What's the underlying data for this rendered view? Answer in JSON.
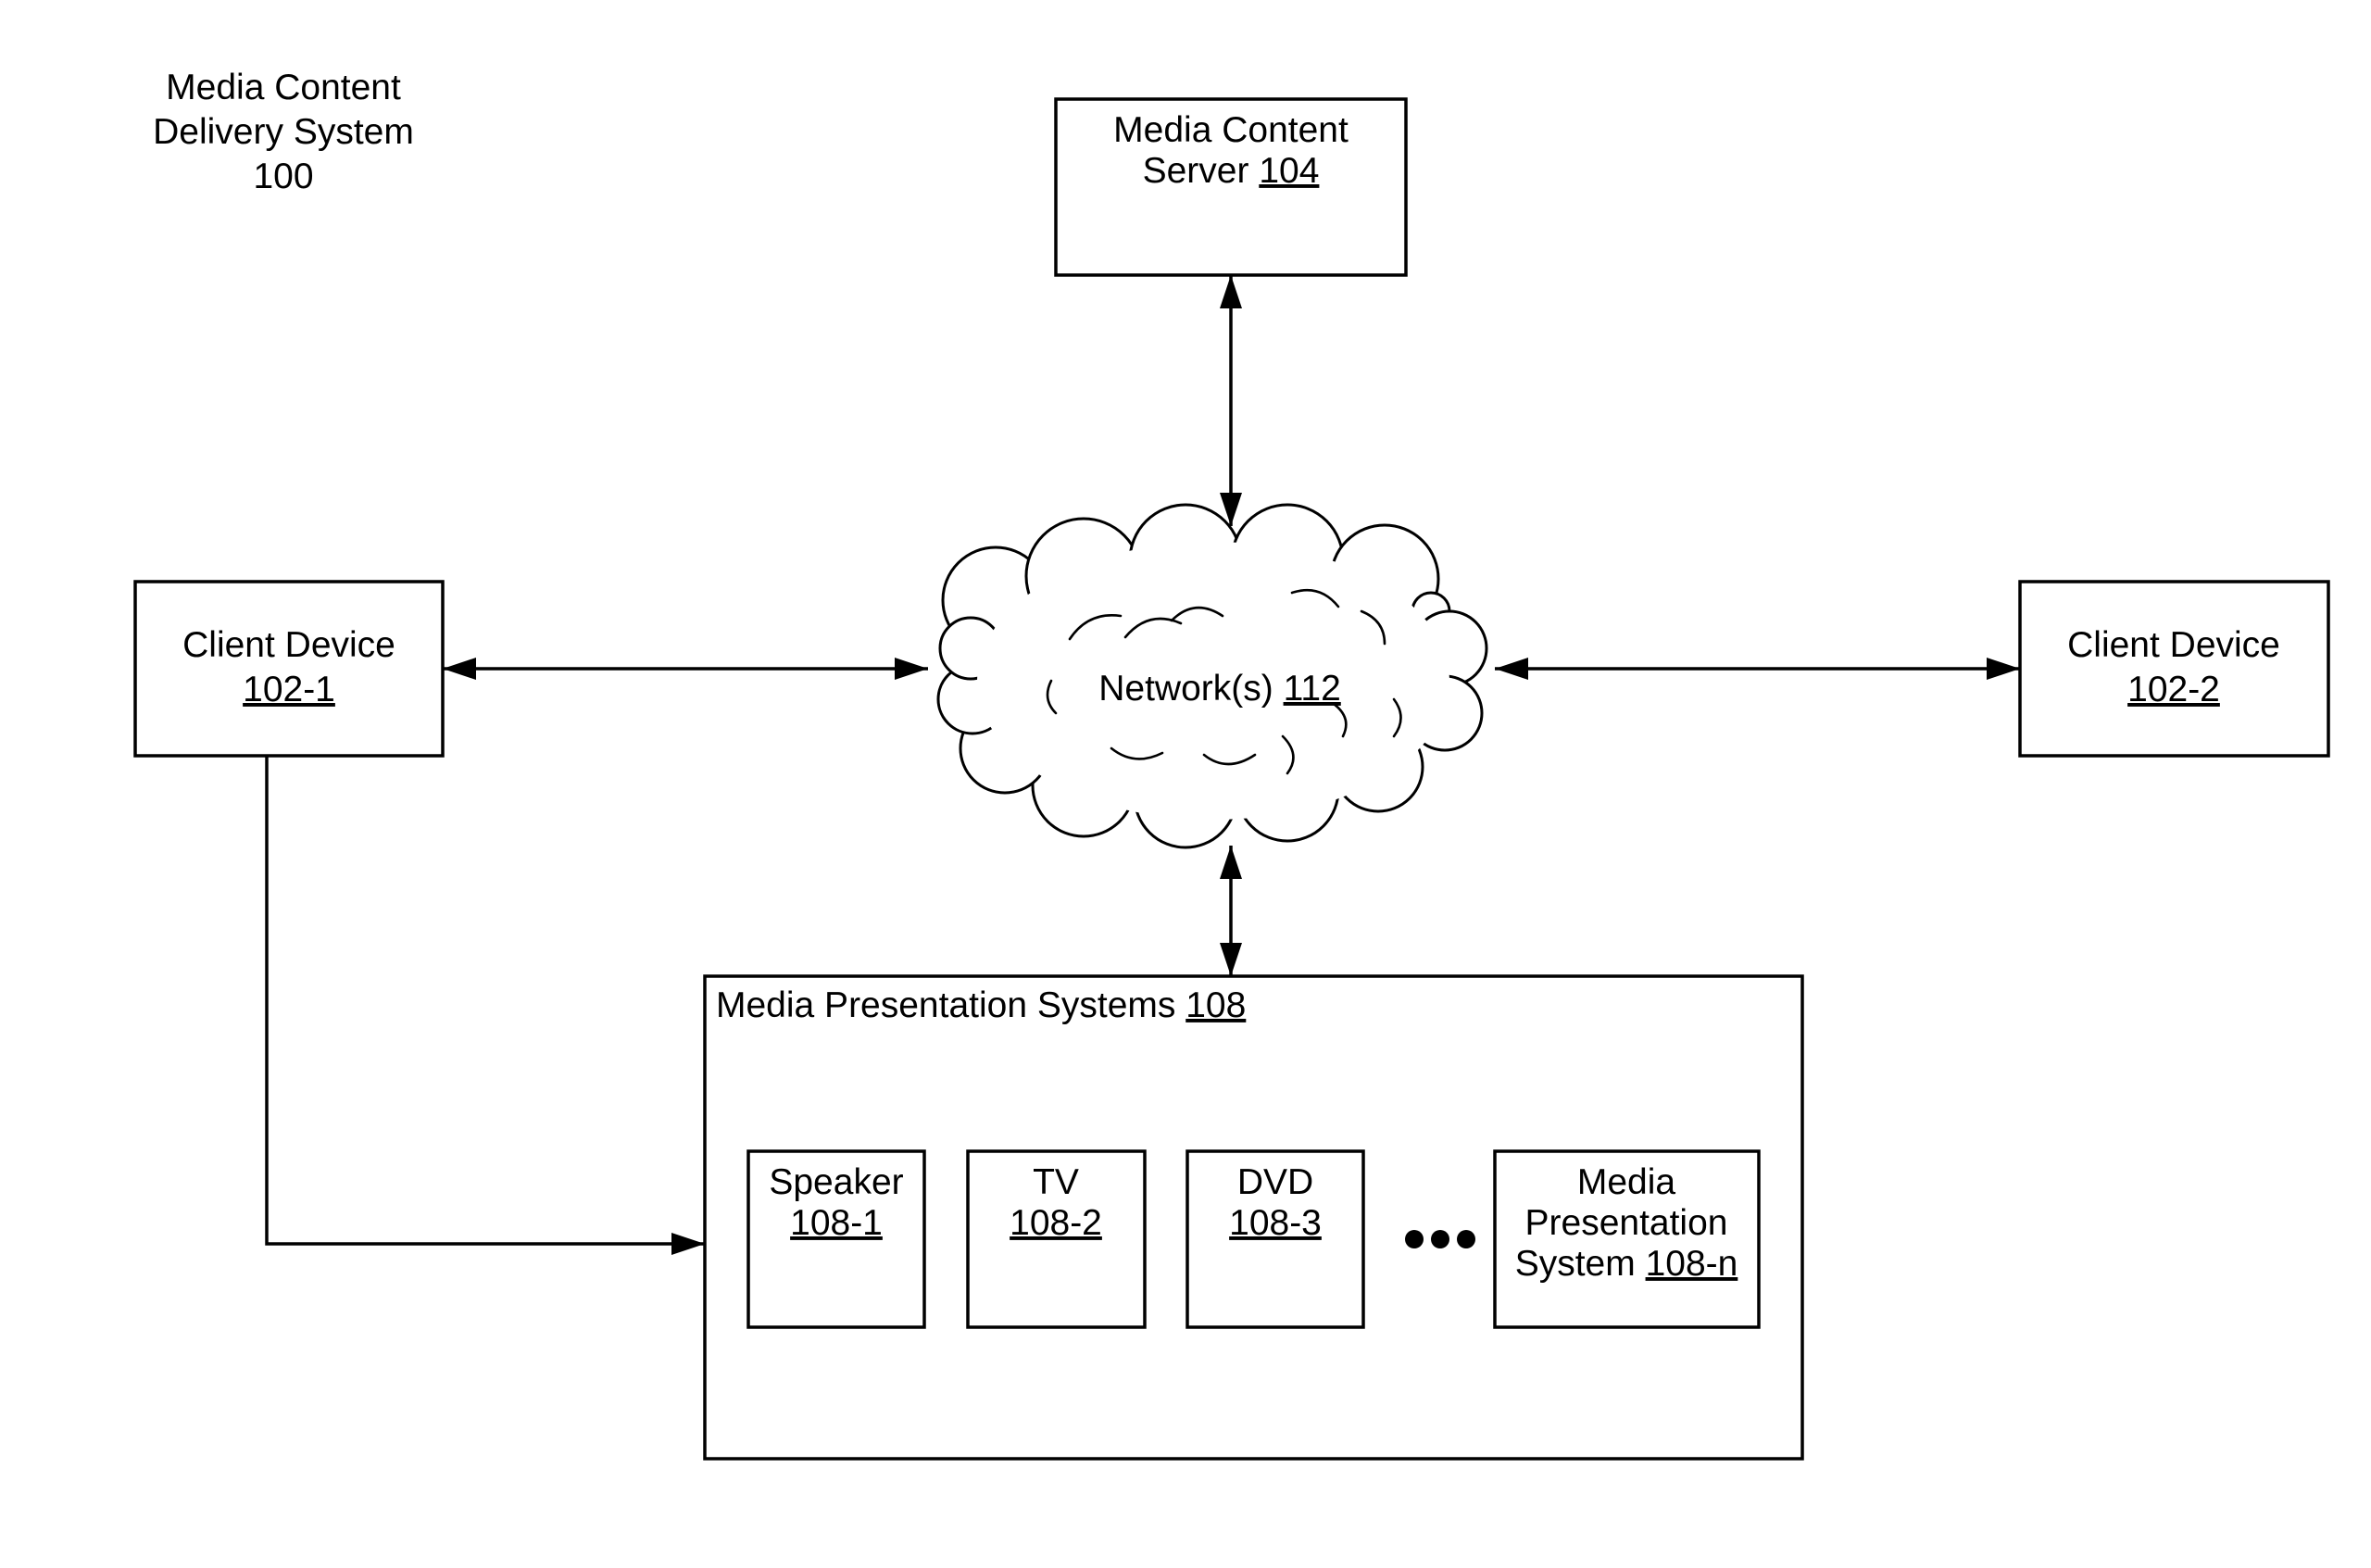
{
  "title": {
    "lines": [
      "Media Content",
      "Delivery System",
      "100"
    ]
  },
  "server": {
    "lines": [
      "Media Content",
      "Server "
    ],
    "ref": "104"
  },
  "client1": {
    "line": "Client Device",
    "ref": "102-1"
  },
  "client2": {
    "line": "Client Device",
    "ref": "102-2"
  },
  "network": {
    "label": "Network(s) ",
    "ref": "112"
  },
  "mps": {
    "label": "Media Presentation Systems ",
    "ref": "108"
  },
  "devices": [
    {
      "name": "Speaker",
      "ref": "108-1"
    },
    {
      "name": "TV",
      "ref": "108-2"
    },
    {
      "name": "DVD",
      "ref": "108-3"
    }
  ],
  "device_n": {
    "lines": [
      "Media",
      "Presentation",
      "System "
    ],
    "ref": "108-n"
  },
  "colors": {
    "ink": "#000000",
    "background": "#ffffff"
  }
}
